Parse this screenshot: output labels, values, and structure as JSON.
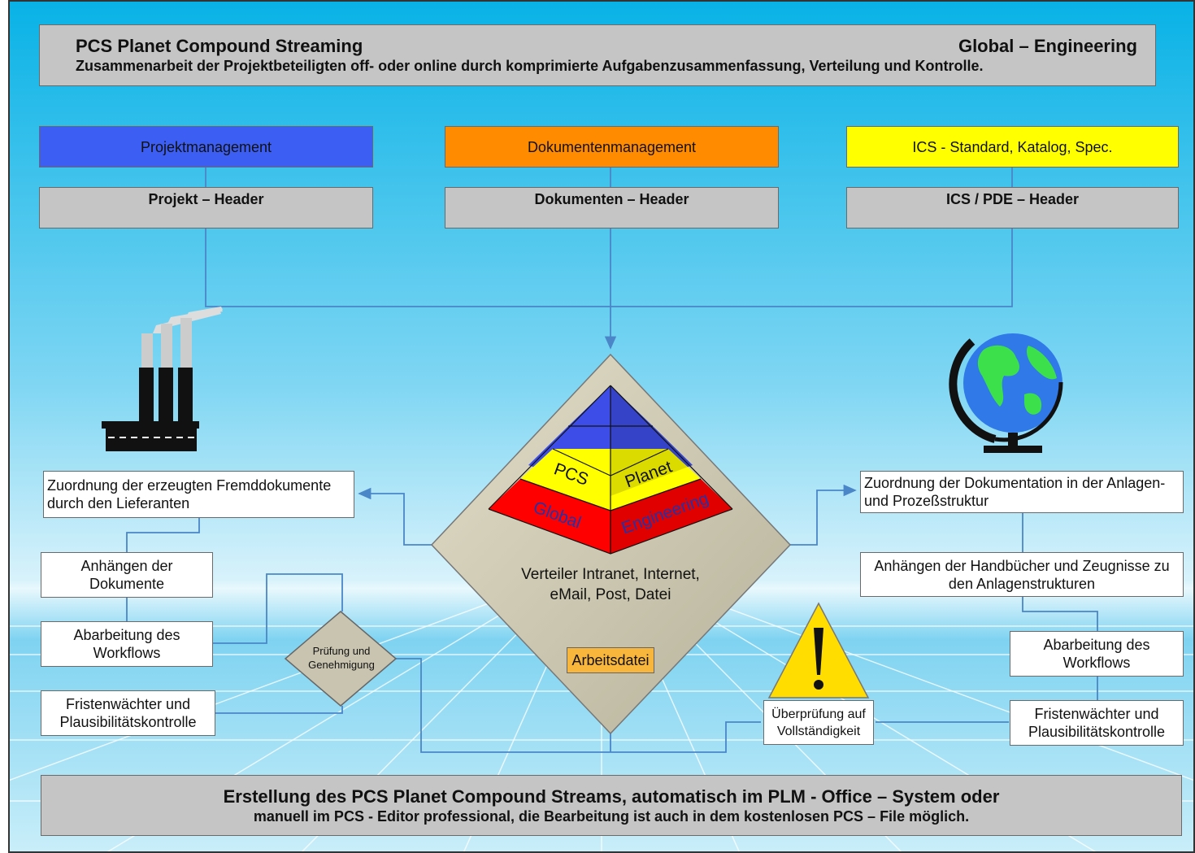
{
  "header": {
    "title_left": "PCS Planet Compound Streaming",
    "title_right": "Global – Engineering",
    "subtitle": "Zusammenarbeit der Projektbeteiligten off- oder online durch komprimierte Aufgabenzusammenfassung, Verteilung und Kontrolle."
  },
  "columns": [
    {
      "label": "Projektmanagement",
      "color": "#3d5ef2",
      "sub": "Projekt – Header"
    },
    {
      "label": "Dokumentenmanagement",
      "color": "#ff8c00",
      "sub": "Dokumenten – Header"
    },
    {
      "label": "ICS - Standard, Katalog, Spec.",
      "color": "#ffff00",
      "sub": "ICS / PDE – Header"
    }
  ],
  "pyramid": {
    "pcs": "PCS",
    "planet": "Planet",
    "global": "Global",
    "engineering": "Engineering",
    "distribution": "Verteiler Intranet, Internet, eMail, Post, Datei",
    "file": "Arbeitsdatei"
  },
  "left": {
    "assignment": "Zuordnung der erzeugten Fremddokumente durch den Lieferanten",
    "attach": "Anhängen der Dokumente",
    "workflow": "Abarbeitung des Workflows",
    "deadline": "Fristenwächter und Plausibilitätskontrolle"
  },
  "approval": "Prüfung und Genehmigung",
  "right": {
    "assignment": "Zuordnung der Dokumentation  in der Anlagen- und Prozeßstruktur",
    "attach": "Anhängen der Handbücher und Zeugnisse zu den Anlagenstrukturen",
    "workflow": "Abarbeitung des Workflows",
    "deadline": "Fristenwächter und Plausibilitätskontrolle"
  },
  "check": "Überprüfung auf Vollständigkeit",
  "footer": {
    "line1": "Erstellung des PCS Planet Compound Streams, automatisch im PLM - Office – System oder",
    "line2": "manuell im PCS - Editor professional, die Bearbeitung ist auch in dem kostenlosen PCS – File möglich."
  },
  "colors": {
    "sky_top": "#0ab4e8",
    "sky_mid": "#bfeaf8",
    "connector": "#4a86c8",
    "pyramid_blue": "#3d4ee8",
    "pyramid_yellow": "#ffff00",
    "pyramid_red": "#ff0000",
    "diamond": "#c8c4b0",
    "warning": "#ffdd00"
  }
}
